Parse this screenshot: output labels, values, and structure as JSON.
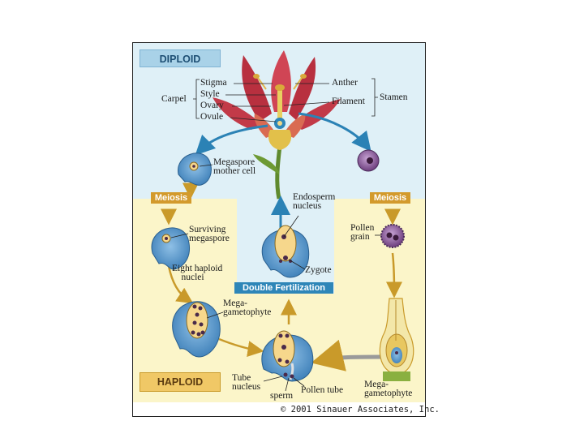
{
  "banners": {
    "diploid": "DIPLOID",
    "haploid": "HAPLOID",
    "meiosis_left": "Meiosis",
    "meiosis_right": "Meiosis",
    "double_fertilization": "Double Fertilization"
  },
  "labels": {
    "stigma": "Stigma",
    "style": "Style",
    "ovary": "Ovary",
    "ovule": "Ovule",
    "carpel": "Carpel",
    "anther": "Anther",
    "filament": "Filament",
    "stamen": "Stamen",
    "megaspore_mother_cell": "Megaspore\nmother cell",
    "endosperm_nucleus": "Endosperm\nnucleus",
    "surviving_megaspore": "Surviving\nmegaspore",
    "pollen_grain": "Pollen\ngrain",
    "zygote": "Zygote",
    "eight_haploid_nuclei": "Eight haploid\n    nuclei",
    "megagametophyte_left": "Mega-\ngametophyte",
    "tube_nucleus": "Tube\nnucleus",
    "sperm": "sperm",
    "pollen_tube": "Pollen tube",
    "megagametophyte_right": "Mega-\ngametophyte"
  },
  "copyright": "© 2001 Sinauer Associates, Inc.",
  "colors": {
    "diploid_bg": "#dff0f7",
    "haploid_bg": "#fbf5c9",
    "banner_blue": "#2e86b8",
    "banner_gold": "#d39a2c",
    "arrow_blue": "#2b82b5",
    "arrow_gold": "#c99a2a",
    "ovule_blue": "#4d8fc5",
    "gametophyte_yellow": "#f6d78c",
    "nucleus_purple": "#4a2a4a",
    "petal_red": "#c23a48",
    "pollen_purple": "#7b4a8a"
  }
}
